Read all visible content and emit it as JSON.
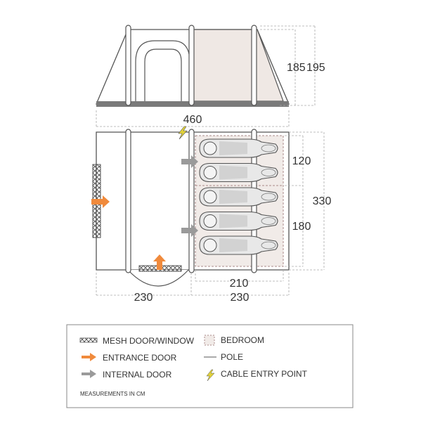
{
  "dimensions": {
    "side_height_inner": "185",
    "side_height_outer": "195",
    "total_length": "460",
    "bedroom_depth_front": "120",
    "bedroom_depth_back": "180",
    "total_width": "330",
    "bedroom_width": "210",
    "living_length": "230",
    "bedroom_length": "230"
  },
  "legend": {
    "mesh": "MESH DOOR/WINDOW",
    "entrance": "ENTRANCE DOOR",
    "internal": "INTERNAL DOOR",
    "bedroom": "BEDROOM",
    "pole": "POLE",
    "cable": "CABLE ENTRY POINT",
    "note": "MEASUREMENTS IN CM"
  },
  "colors": {
    "outline": "#555555",
    "entrance_arrow": "#f08a3c",
    "internal_arrow": "#9a9a9a",
    "bedroom_fill": "#f1ebe8",
    "cable_bolt": "#e2d23a"
  },
  "sleeping_bag_count": 5
}
